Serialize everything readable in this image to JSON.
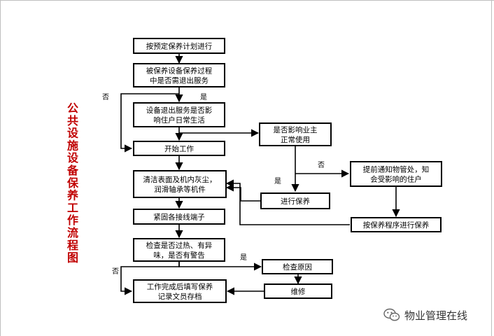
{
  "title": "公共设施设备保养工作流程图",
  "nodes": [
    {
      "id": "n1",
      "lines": [
        "按预定保养计划进行"
      ]
    },
    {
      "id": "n2",
      "lines": [
        "被保养设备保养过程",
        "中是否需退出服务"
      ]
    },
    {
      "id": "n3",
      "lines": [
        "设备退出服务是否影",
        "响住户日常生活"
      ]
    },
    {
      "id": "n4",
      "lines": [
        "开始工作"
      ]
    },
    {
      "id": "n5",
      "lines": [
        "清洁表面及机内灰尘，",
        "润滑轴承等机件"
      ]
    },
    {
      "id": "n6",
      "lines": [
        "紧固各接线端子"
      ]
    },
    {
      "id": "n7",
      "lines": [
        "检查是否过热、有异",
        "味，是否有警告"
      ]
    },
    {
      "id": "n8",
      "lines": [
        "工作完成后填写保养",
        "记录文员存档"
      ]
    },
    {
      "id": "n9",
      "lines": [
        "是否影响业主",
        "正常使用"
      ]
    },
    {
      "id": "n10",
      "lines": [
        "提前通知物管处，知",
        "会受影响的住户"
      ]
    },
    {
      "id": "n11",
      "lines": [
        "进行保养"
      ]
    },
    {
      "id": "n12",
      "lines": [
        "按保养程序进行保养"
      ]
    },
    {
      "id": "n13",
      "lines": [
        "检查原因"
      ]
    },
    {
      "id": "n14",
      "lines": [
        "维修"
      ]
    }
  ],
  "edge_labels": {
    "no_exit": "否",
    "yes_exit": "是",
    "no_affect": "否",
    "yes_affect": "是",
    "yes_warning": "是",
    "no_warning": "否"
  },
  "watermark": {
    "text": "物业管理在线",
    "icon": "wechat-icon"
  }
}
